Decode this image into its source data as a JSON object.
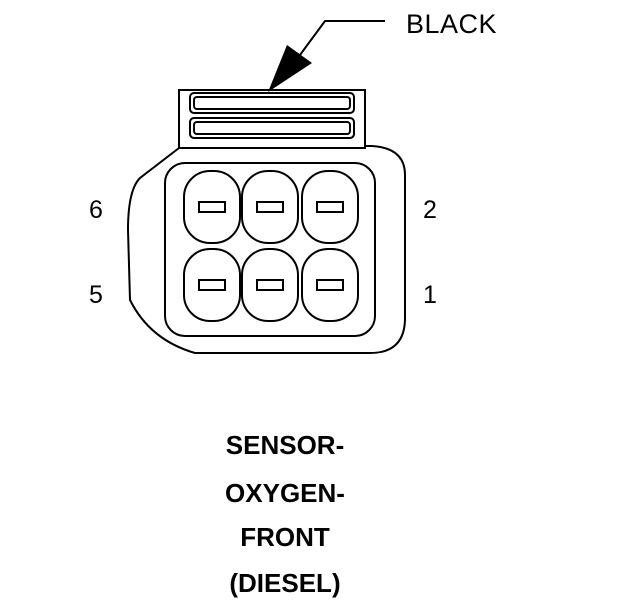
{
  "connector": {
    "color_label": "BLACK",
    "pin_labels": {
      "p6": "6",
      "p2": "2",
      "p5": "5",
      "p1": "1"
    },
    "cavities": 6
  },
  "caption": {
    "line1": "SENSOR-",
    "line2": "OXYGEN-",
    "line3": "FRONT",
    "line4": "(DIESEL)"
  },
  "colors": {
    "ink": "#000000",
    "background": "#ffffff"
  }
}
